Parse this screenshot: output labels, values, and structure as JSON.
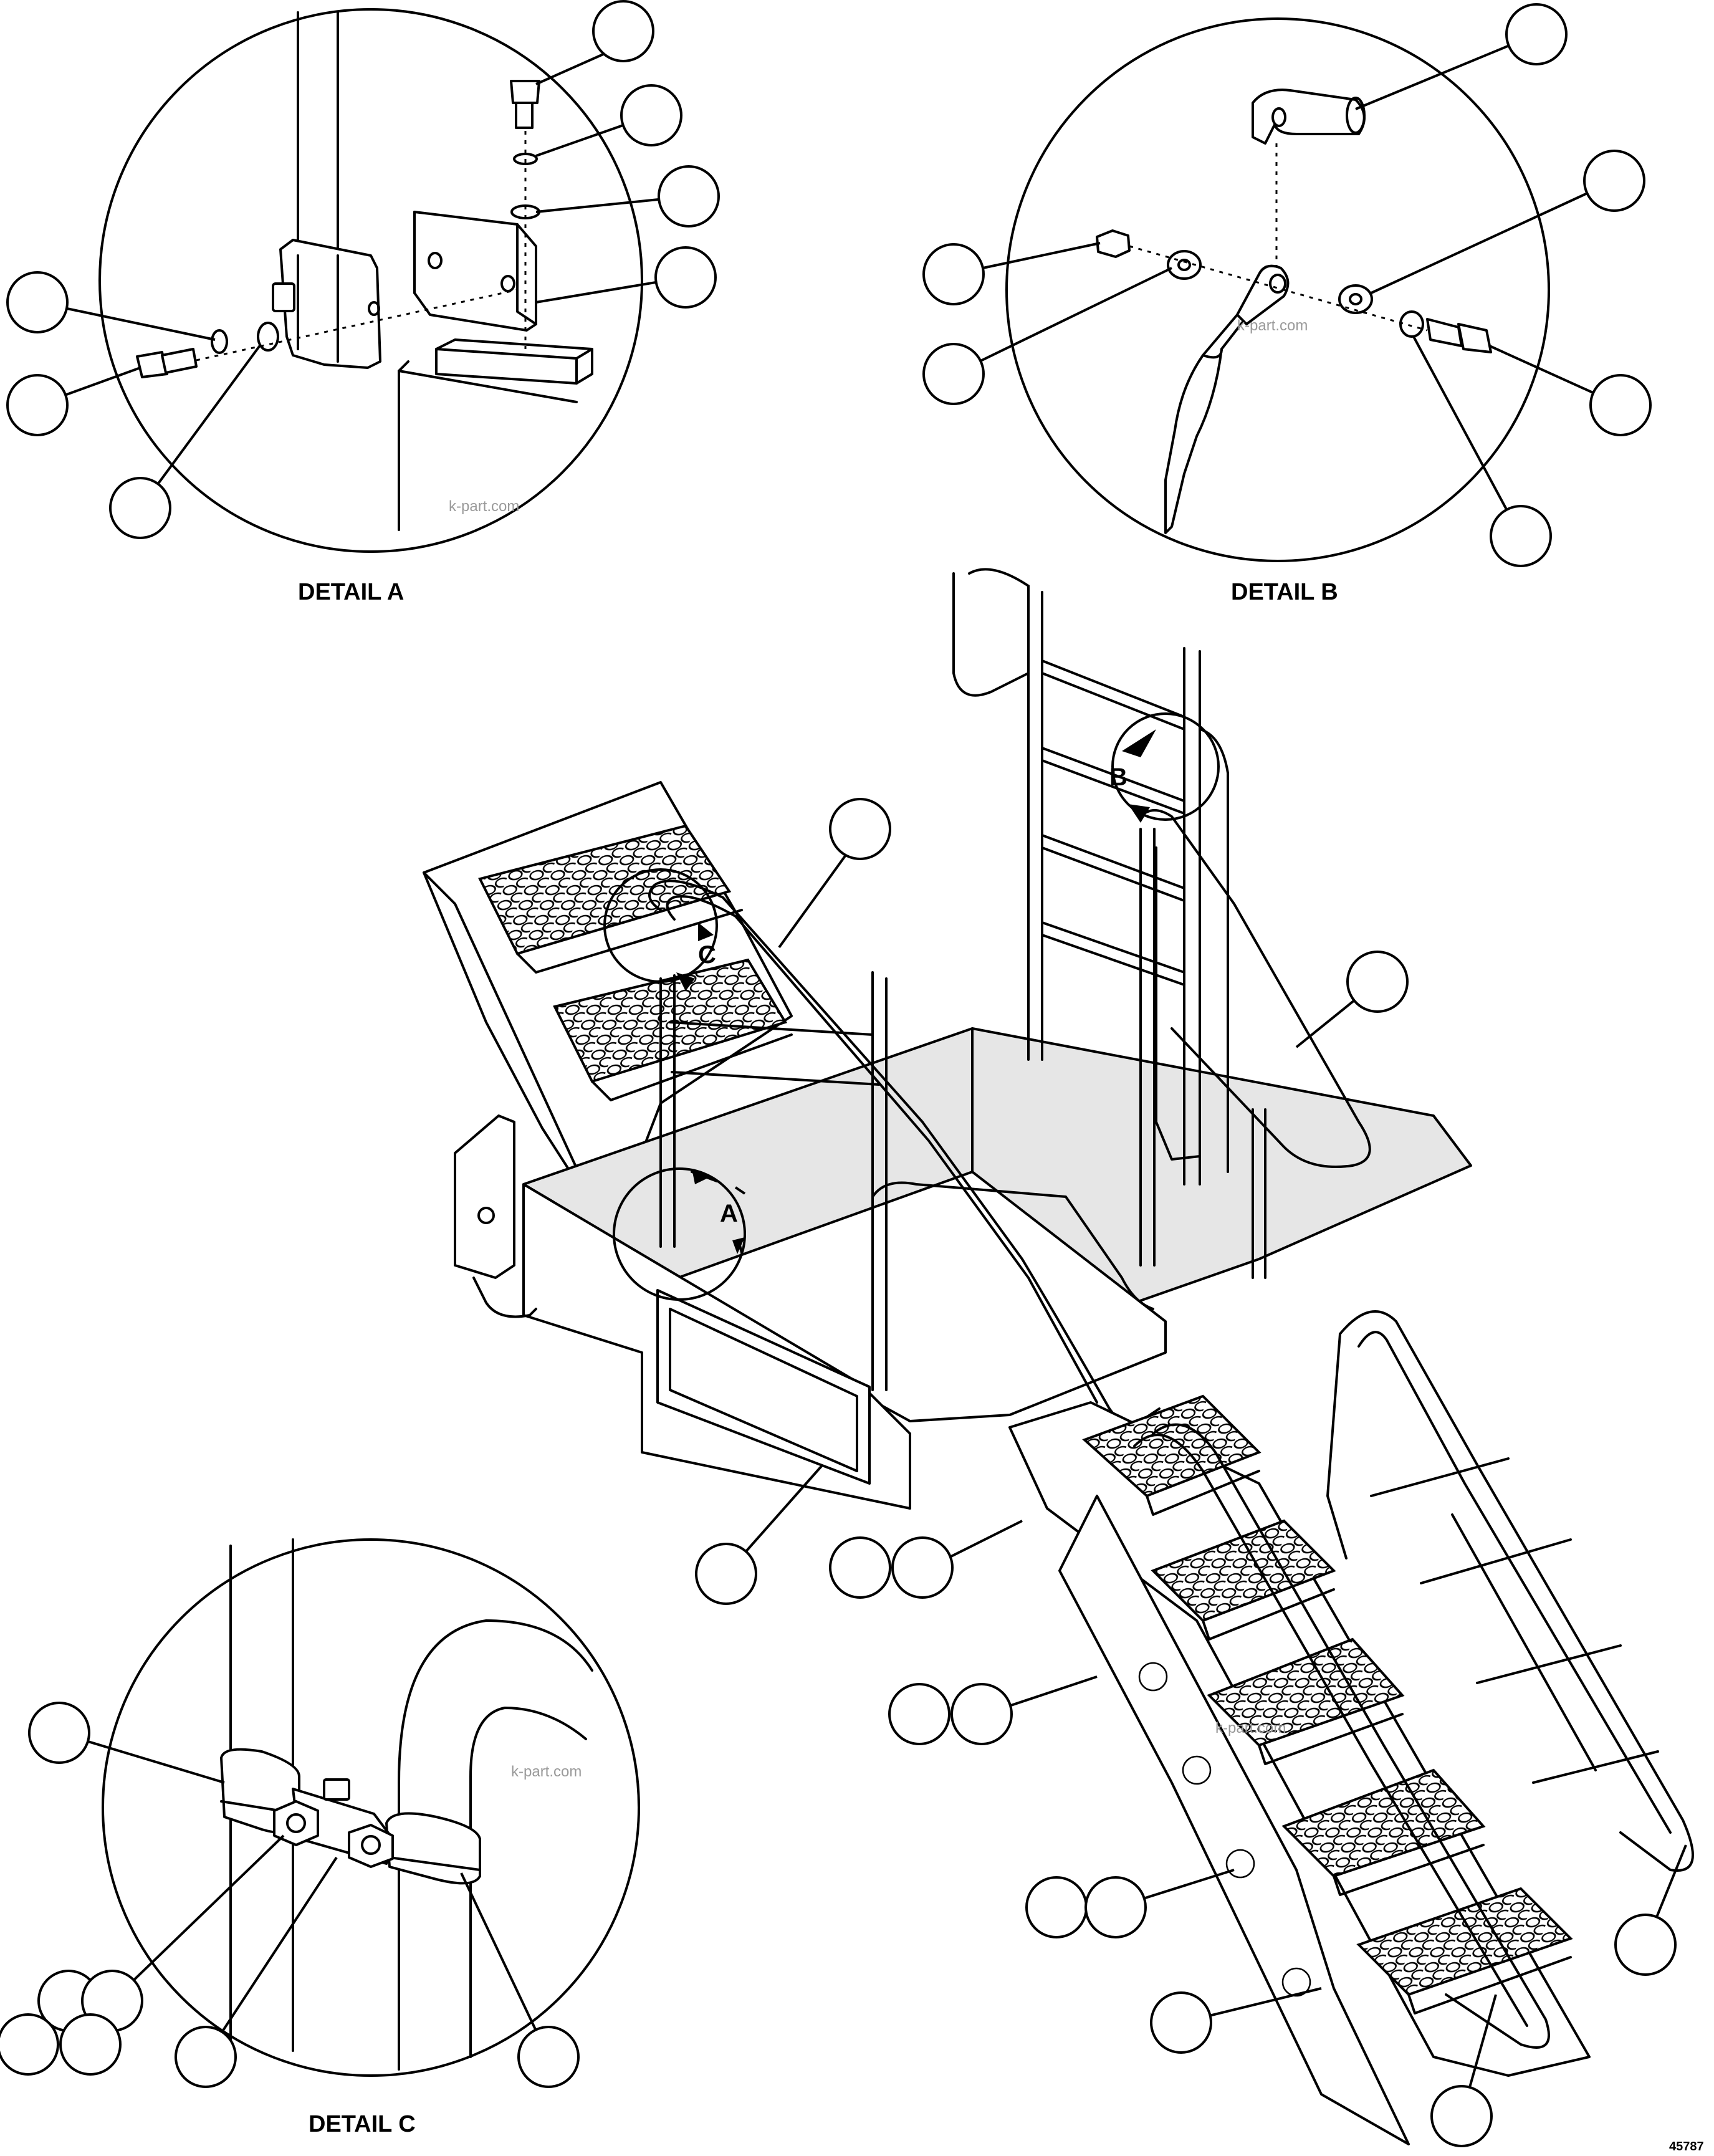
{
  "labels": {
    "detail_a": "DETAIL A",
    "detail_b": "DETAIL B",
    "detail_c": "DETAIL C",
    "marker_a": "A",
    "marker_b": "B",
    "marker_c": "C",
    "drawing_number": "45787"
  },
  "watermark": "k-part.com",
  "colors": {
    "line": "#000000",
    "background": "#ffffff",
    "watermark": "#9a9a9a"
  }
}
